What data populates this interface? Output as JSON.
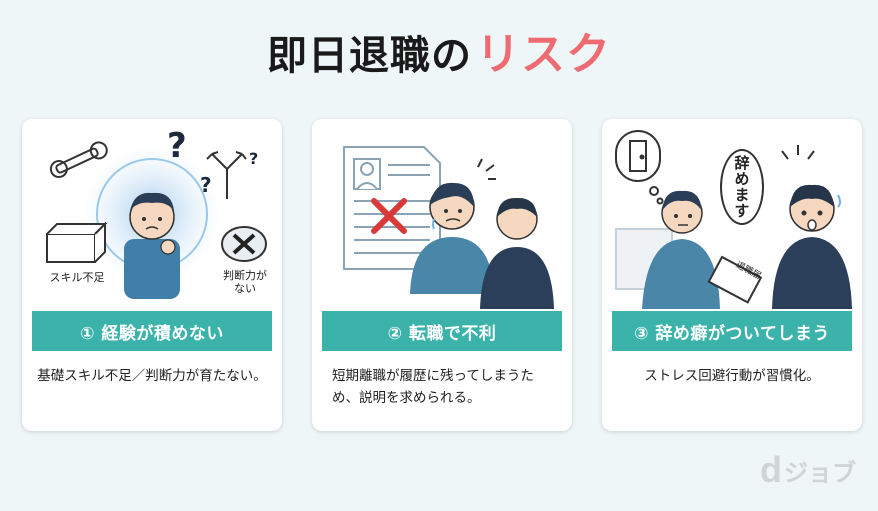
{
  "title": {
    "main": "即日退職の",
    "accent": "リスク"
  },
  "cards": [
    {
      "heading": "① 経験が積めない",
      "description": "基礎スキル不足／判断力が育たない。",
      "labels": {
        "skill": "スキル不足",
        "judgment_1": "判断力が",
        "judgment_2": "ない",
        "q1": "?",
        "q2": "?",
        "q3": "?"
      }
    },
    {
      "heading": "② 転職で不利",
      "description": "短期離職が履歴に残ってしまうため、説明を求められる。"
    },
    {
      "heading": "③ 辞め癖がついてしまう",
      "description": "ストレス回避行動が習慣化。",
      "labels": {
        "speech": "辞めます",
        "letter": "退職届"
      }
    }
  ],
  "logo": {
    "mark": "d",
    "text": "ジョブ"
  },
  "colors": {
    "accent": "#ee6b72",
    "band": "#3bb3ab",
    "background": "#eef6f8"
  }
}
